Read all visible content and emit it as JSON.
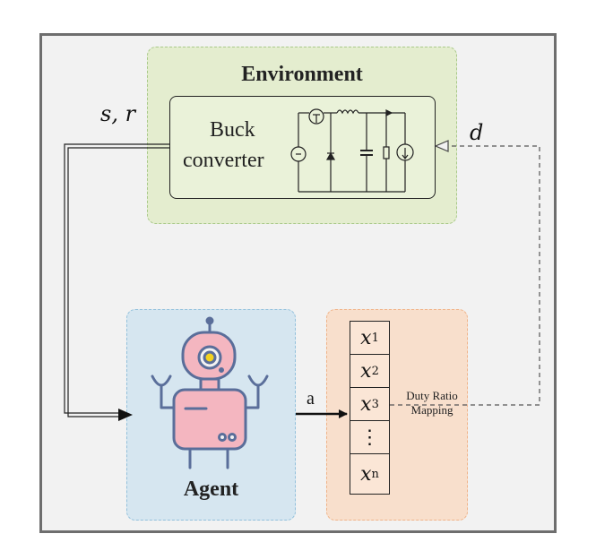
{
  "environment": {
    "title": "Environment"
  },
  "buck": {
    "line1": "Buck",
    "line2": "converter"
  },
  "agent": {
    "label": "Agent"
  },
  "signals": {
    "state_reward": "s, r",
    "duty": "d",
    "action": "a"
  },
  "output_vector": {
    "cells": [
      {
        "var": "x",
        "sub": "1"
      },
      {
        "var": "x",
        "sub": "2"
      },
      {
        "var": "x",
        "sub": "3"
      },
      {
        "var": "",
        "sub": ""
      },
      {
        "var": "x",
        "sub": "n"
      }
    ],
    "ellipsis": "⋮"
  },
  "mapping": {
    "line1": "Duty Ratio",
    "line2": "Mapping"
  },
  "colors": {
    "environment_fill": "#e4edcf",
    "agent_fill": "#d6e6f0",
    "output_fill": "#f8dfcc",
    "robot_pink": "#f4b6c0",
    "robot_outline": "#5a6e9a",
    "robot_eye": "#f2d21f"
  }
}
